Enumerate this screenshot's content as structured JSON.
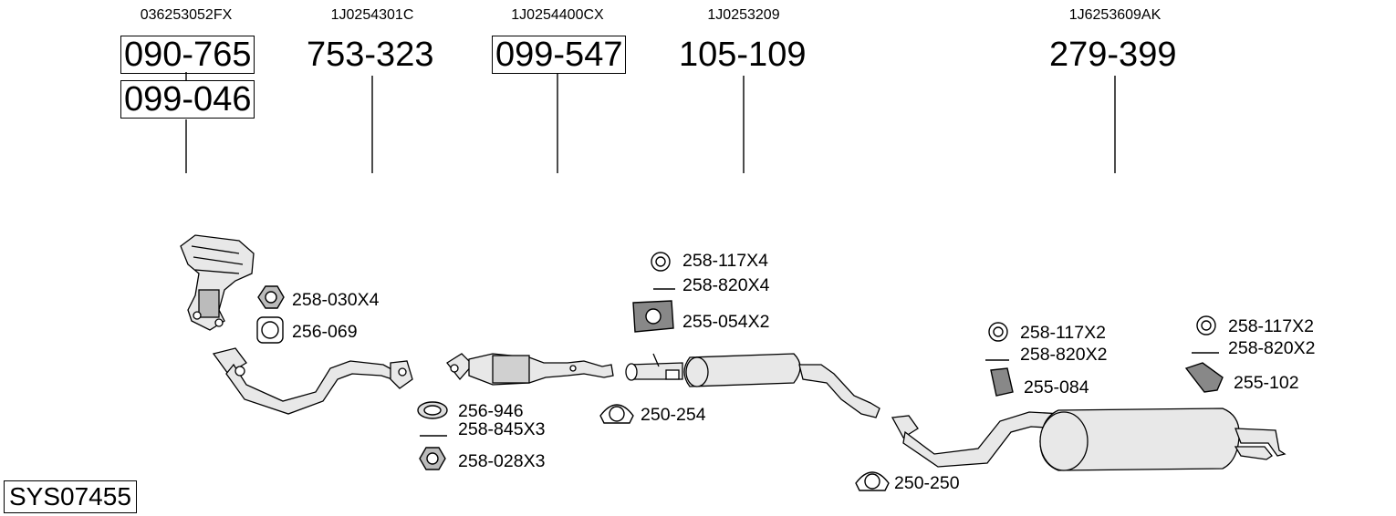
{
  "system_code": "SYS07455",
  "parts": [
    {
      "oem": "036253052FX",
      "numbers": [
        "090-765",
        "099-046"
      ]
    },
    {
      "oem": "1J0254301C",
      "numbers": [
        "753-323"
      ]
    },
    {
      "oem": "1J0254400CX",
      "numbers": [
        "099-547"
      ]
    },
    {
      "oem": "1J0253209",
      "numbers": [
        "105-109"
      ]
    },
    {
      "oem": "1J6253609AK",
      "numbers": [
        "279-399"
      ]
    }
  ],
  "accessories": {
    "a1": "258-030X4",
    "a2": "256-069",
    "a3": "256-946",
    "a4": "258-845X3",
    "a5": "258-028X3",
    "a6": "258-117X4",
    "a7": "258-820X4",
    "a8": "255-054X2",
    "a9": "250-254",
    "a10": "258-117X2",
    "a11": "258-820X2",
    "a12": "255-084",
    "a13": "250-250",
    "a14": "258-117X2",
    "a15": "258-820X2",
    "a16": "255-102"
  }
}
